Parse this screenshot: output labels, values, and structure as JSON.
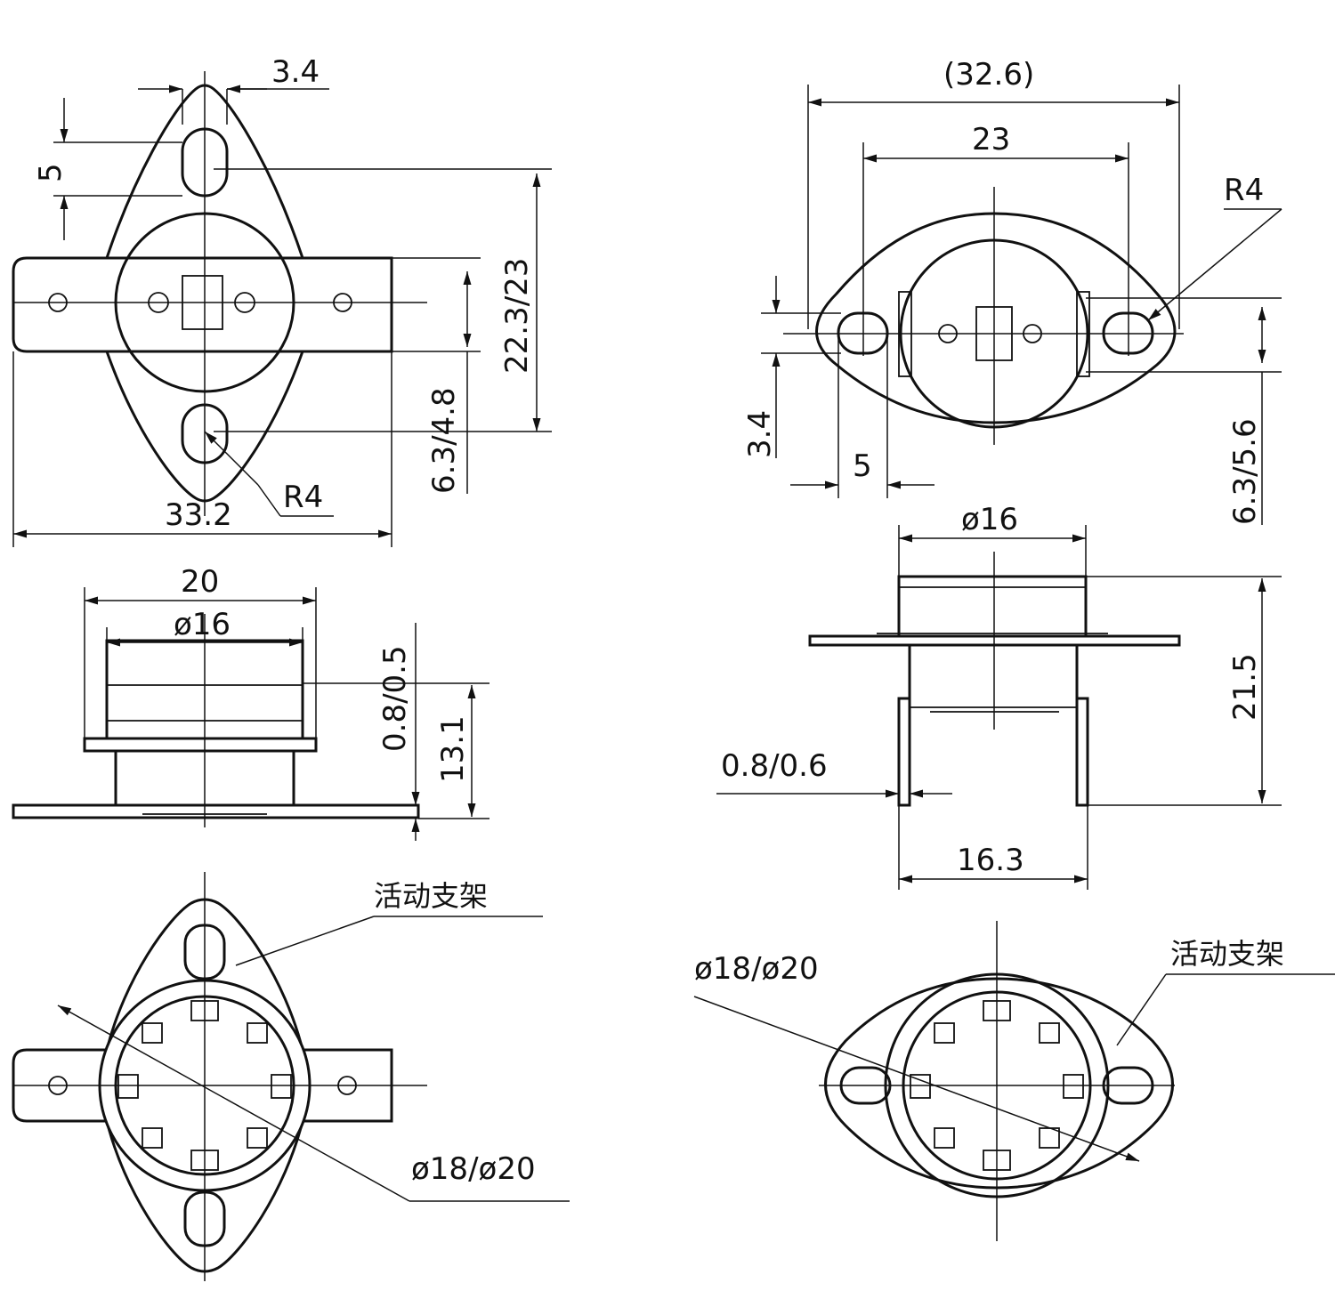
{
  "title": "Thermostat dimension drawing",
  "top_left_view": {
    "tab_width": "3.4",
    "tab_height": "5",
    "height": "22.3/23",
    "terminal_width": "6.3/4.8",
    "length": "33.2",
    "radius": "R4"
  },
  "top_right_view": {
    "overall_length": "(32.6)",
    "hole_pitch": "23",
    "radius": "R4",
    "hole_width": "3.4",
    "hole_length": "5",
    "flange_width": "6.3/5.6"
  },
  "side_left_view": {
    "flange_width": "20",
    "cap_diameter": "ø16",
    "thickness": "0.8/0.5",
    "height": "13.1"
  },
  "side_right_view": {
    "cap_diameter": "ø16",
    "height": "21.5",
    "thickness": "0.8/0.6",
    "leg_spacing": "16.3"
  },
  "bottom_left_view": {
    "bracket_label": "活动支架",
    "diameter": "ø18/ø20"
  },
  "bottom_right_view": {
    "bracket_label": "活动支架",
    "diameter": "ø18/ø20"
  }
}
